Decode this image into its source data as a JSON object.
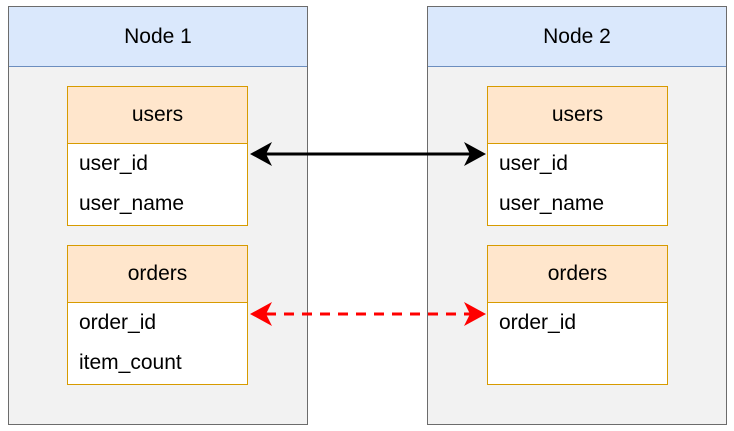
{
  "nodes": [
    {
      "title": "Node 1",
      "tables": [
        {
          "name": "users",
          "fields": [
            "user_id",
            "user_name"
          ]
        },
        {
          "name": "orders",
          "fields": [
            "order_id",
            "item_count"
          ]
        }
      ]
    },
    {
      "title": "Node 2",
      "tables": [
        {
          "name": "users",
          "fields": [
            "user_id",
            "user_name"
          ]
        },
        {
          "name": "orders",
          "fields": [
            "order_id",
            ""
          ]
        }
      ]
    }
  ],
  "links": [
    {
      "from": "Node 1 users.user_id",
      "to": "Node 2 users.user_id",
      "style": "solid",
      "color": "#000000",
      "arrows": "both"
    },
    {
      "from": "Node 1 orders.order_id",
      "to": "Node 2 orders.order_id",
      "style": "dashed",
      "color": "#ff0000",
      "arrows": "both"
    }
  ],
  "colors": {
    "node_header_fill": "#dae8fc",
    "node_header_stroke": "#6c8ebf",
    "node_fill": "#f2f2f2",
    "table_header_fill": "#ffe6cc",
    "table_stroke": "#d79b00"
  }
}
